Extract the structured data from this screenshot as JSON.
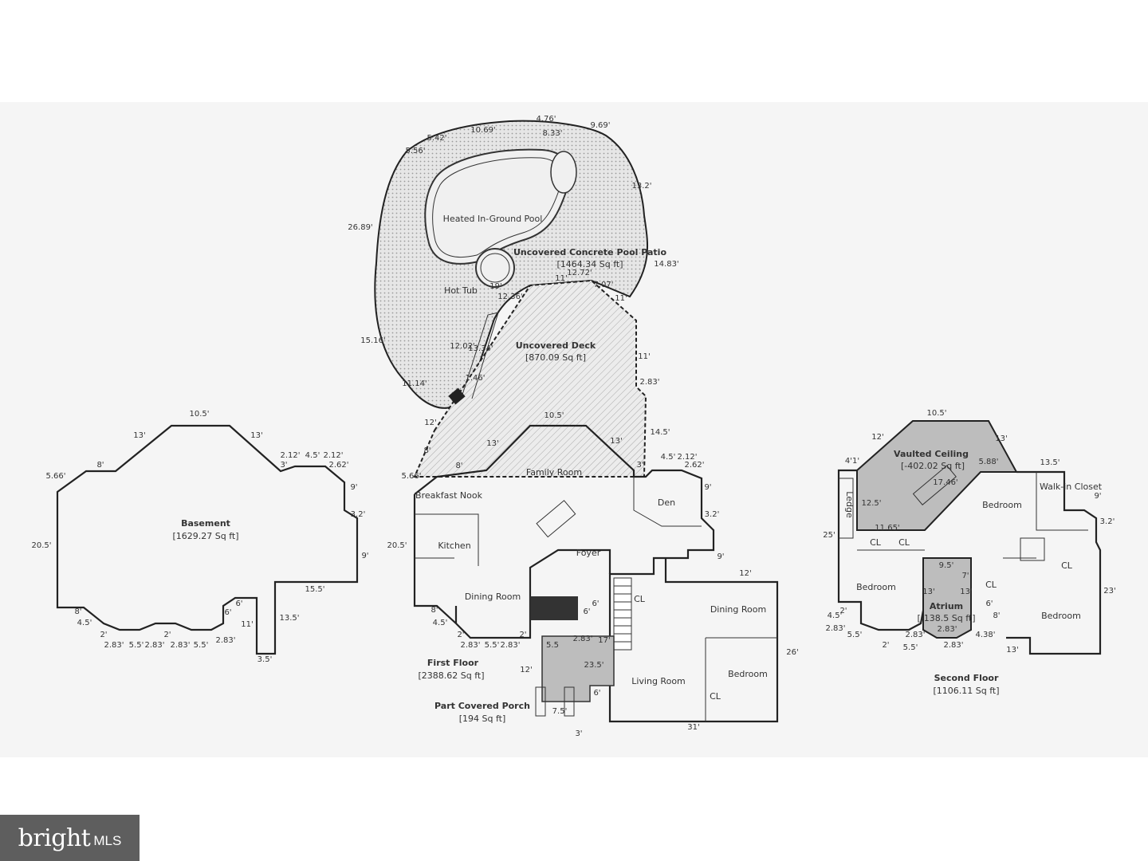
{
  "plans": {
    "basement": {
      "title": "Basement",
      "area": "[1629.27 Sq ft]",
      "dims": [
        "10.5'",
        "13'",
        "13'",
        "8'",
        "5.66'",
        "2.12'",
        "4.5'",
        "2.12'",
        "2.62'",
        "9'",
        "3.2'",
        "20.5'",
        "9'",
        "15.5'",
        "8'",
        "4.5'",
        "2'",
        "2.83'",
        "5.5'",
        "2.83'",
        "2'",
        "2.83'",
        "5.5'",
        "2.83'",
        "6'",
        "6'",
        "11'",
        "13.5'",
        "3.5'",
        "3'"
      ]
    },
    "pool": {
      "pool_label": "Heated In-Ground Pool",
      "hottub_label": "Hot Tub",
      "patio_title": "Uncovered Concrete Pool Patio",
      "patio_area": "[1464.34 Sq ft]",
      "dims": [
        "4.76'",
        "10.69'",
        "8.33'",
        "9.69'",
        "5.42'",
        "5.56'",
        "13.2'",
        "26.89'",
        "14.83'",
        "12.72'",
        "11'",
        "7.07'",
        "11'",
        "19'",
        "12.36'",
        "15.16'",
        "12.02'",
        "13.34'",
        "11.14'",
        "1.46'",
        "12'"
      ]
    },
    "deck": {
      "title": "Uncovered Deck",
      "area": "[870.09 Sq ft]",
      "dims": [
        "11'",
        "2.83'",
        "14.5'",
        "8'",
        "10.5'",
        "13'",
        "13'"
      ]
    },
    "first_floor": {
      "title": "First Floor",
      "area": "[2388.62 Sq ft]",
      "rooms": [
        "Family Room",
        "Breakfast Nook",
        "Kitchen",
        "Den",
        "Foyer",
        "Dining Room",
        "Dining Room",
        "Living Room",
        "Bedroom",
        "CL",
        "CL"
      ],
      "dims": [
        "5.66'",
        "8'",
        "4.5'",
        "2.12'",
        "2.62'",
        "3'",
        "9'",
        "3.2'",
        "20.5'",
        "9'",
        "12'",
        "8'",
        "4.5'",
        "2'",
        "2.83'",
        "5.5'",
        "2.83'",
        "2'",
        "6'",
        "6'",
        "2.83'",
        "17'",
        "23.5'",
        "5.5",
        "12'",
        "6'",
        "7.5'",
        "3'",
        "26'",
        "31'"
      ],
      "porch_title": "Part Covered Porch",
      "porch_area": "[194 Sq ft]"
    },
    "second_floor": {
      "title": "Second Floor",
      "area": "[1106.11 Sq ft]",
      "vault_title": "Vaulted Ceiling",
      "vault_area": "[-402.02 Sq ft]",
      "atrium_title": "Atrium",
      "atrium_area": "[-138.5 Sq ft]",
      "rooms": [
        "Bedroom",
        "Walk-in Closet",
        "Bedroom",
        "Bedroom",
        "Ledge",
        "CL",
        "CL",
        "CL",
        "CL"
      ],
      "dims": [
        "10.5'",
        "12'",
        "13'",
        "4'1'",
        "5.88'",
        "13.5'",
        "17.46'",
        "12.5'",
        "11.65'",
        "9'",
        "3.2'",
        "25'",
        "9.5'",
        "7'",
        "13'",
        "13'",
        "6'",
        "8'",
        "23'",
        "4.5'",
        "2'",
        "2.83'",
        "5.5'",
        "2'",
        "2.83'",
        "5.5'",
        "2.83'",
        "2.83'",
        "4.38'",
        "13'"
      ]
    }
  },
  "branding": {
    "logo_text": "bright",
    "logo_suffix": "MLS"
  }
}
